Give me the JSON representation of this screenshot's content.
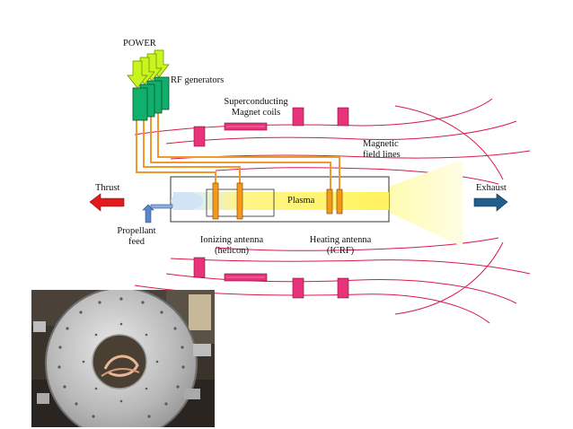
{
  "labels": {
    "power": "POWER",
    "rf_generators": "RF generators",
    "superconducting_line1": "Superconducting",
    "superconducting_line2": "Magnet coils",
    "magnetic_line1": "Magnetic",
    "magnetic_line2": "field lines",
    "thrust": "Thrust",
    "exhaust": "Exhaust",
    "plasma": "Plasma",
    "propellant_line1": "Propellant",
    "propellant_line2": "feed",
    "ionizing_line1": "Ionizing antenna",
    "ionizing_line2": "(helicon)",
    "heating_line1": "Heating antenna",
    "heating_line2": "(ICRF)"
  },
  "colors": {
    "power_arrows": "#c8f51e",
    "rf_generators": "#10b06c",
    "feed_lines": "#f0982a",
    "magnet_coils": "#e8327a",
    "field_lines": "#d81a4a",
    "plasma": "#fff27a",
    "exhaust_plume": "#fffbc8",
    "thrust_arrow": "#e31b1b",
    "exhaust_arrow": "#1f5f8e",
    "propellant_arrow": "#5b86c9",
    "antenna": "#f39a1e"
  },
  "photo": {
    "description_icon": "engine-flange-photo"
  }
}
